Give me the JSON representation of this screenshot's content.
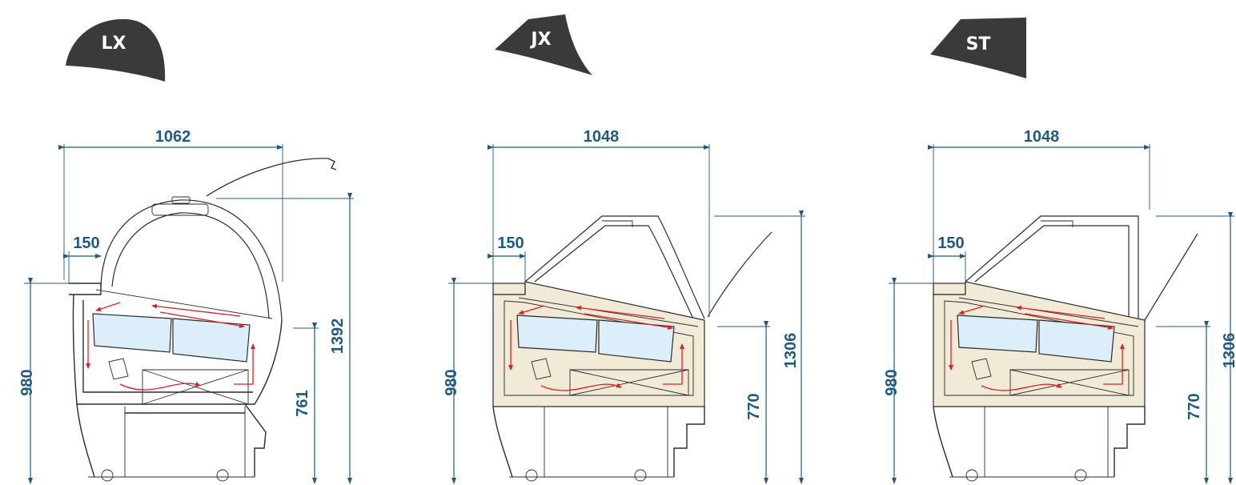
{
  "models": [
    {
      "id": "lx",
      "badge": "LX",
      "total_width": "1062",
      "tub_offset": "150",
      "counter_height": "980",
      "front_height": "761",
      "total_height": "1392"
    },
    {
      "id": "jx",
      "badge": "JX",
      "total_width": "1048",
      "tub_offset": "150",
      "counter_height": "980",
      "front_height": "770",
      "total_height": "1306"
    },
    {
      "id": "st",
      "badge": "ST",
      "total_width": "1048",
      "tub_offset": "150",
      "counter_height": "980",
      "front_height": "770",
      "total_height": "1306"
    }
  ],
  "colors": {
    "dimension": "#1f5a85",
    "badge": "#3a3a3a",
    "airflow": "#e01f26",
    "tub": "#dbeef9",
    "insulation": "#f1ead6"
  }
}
